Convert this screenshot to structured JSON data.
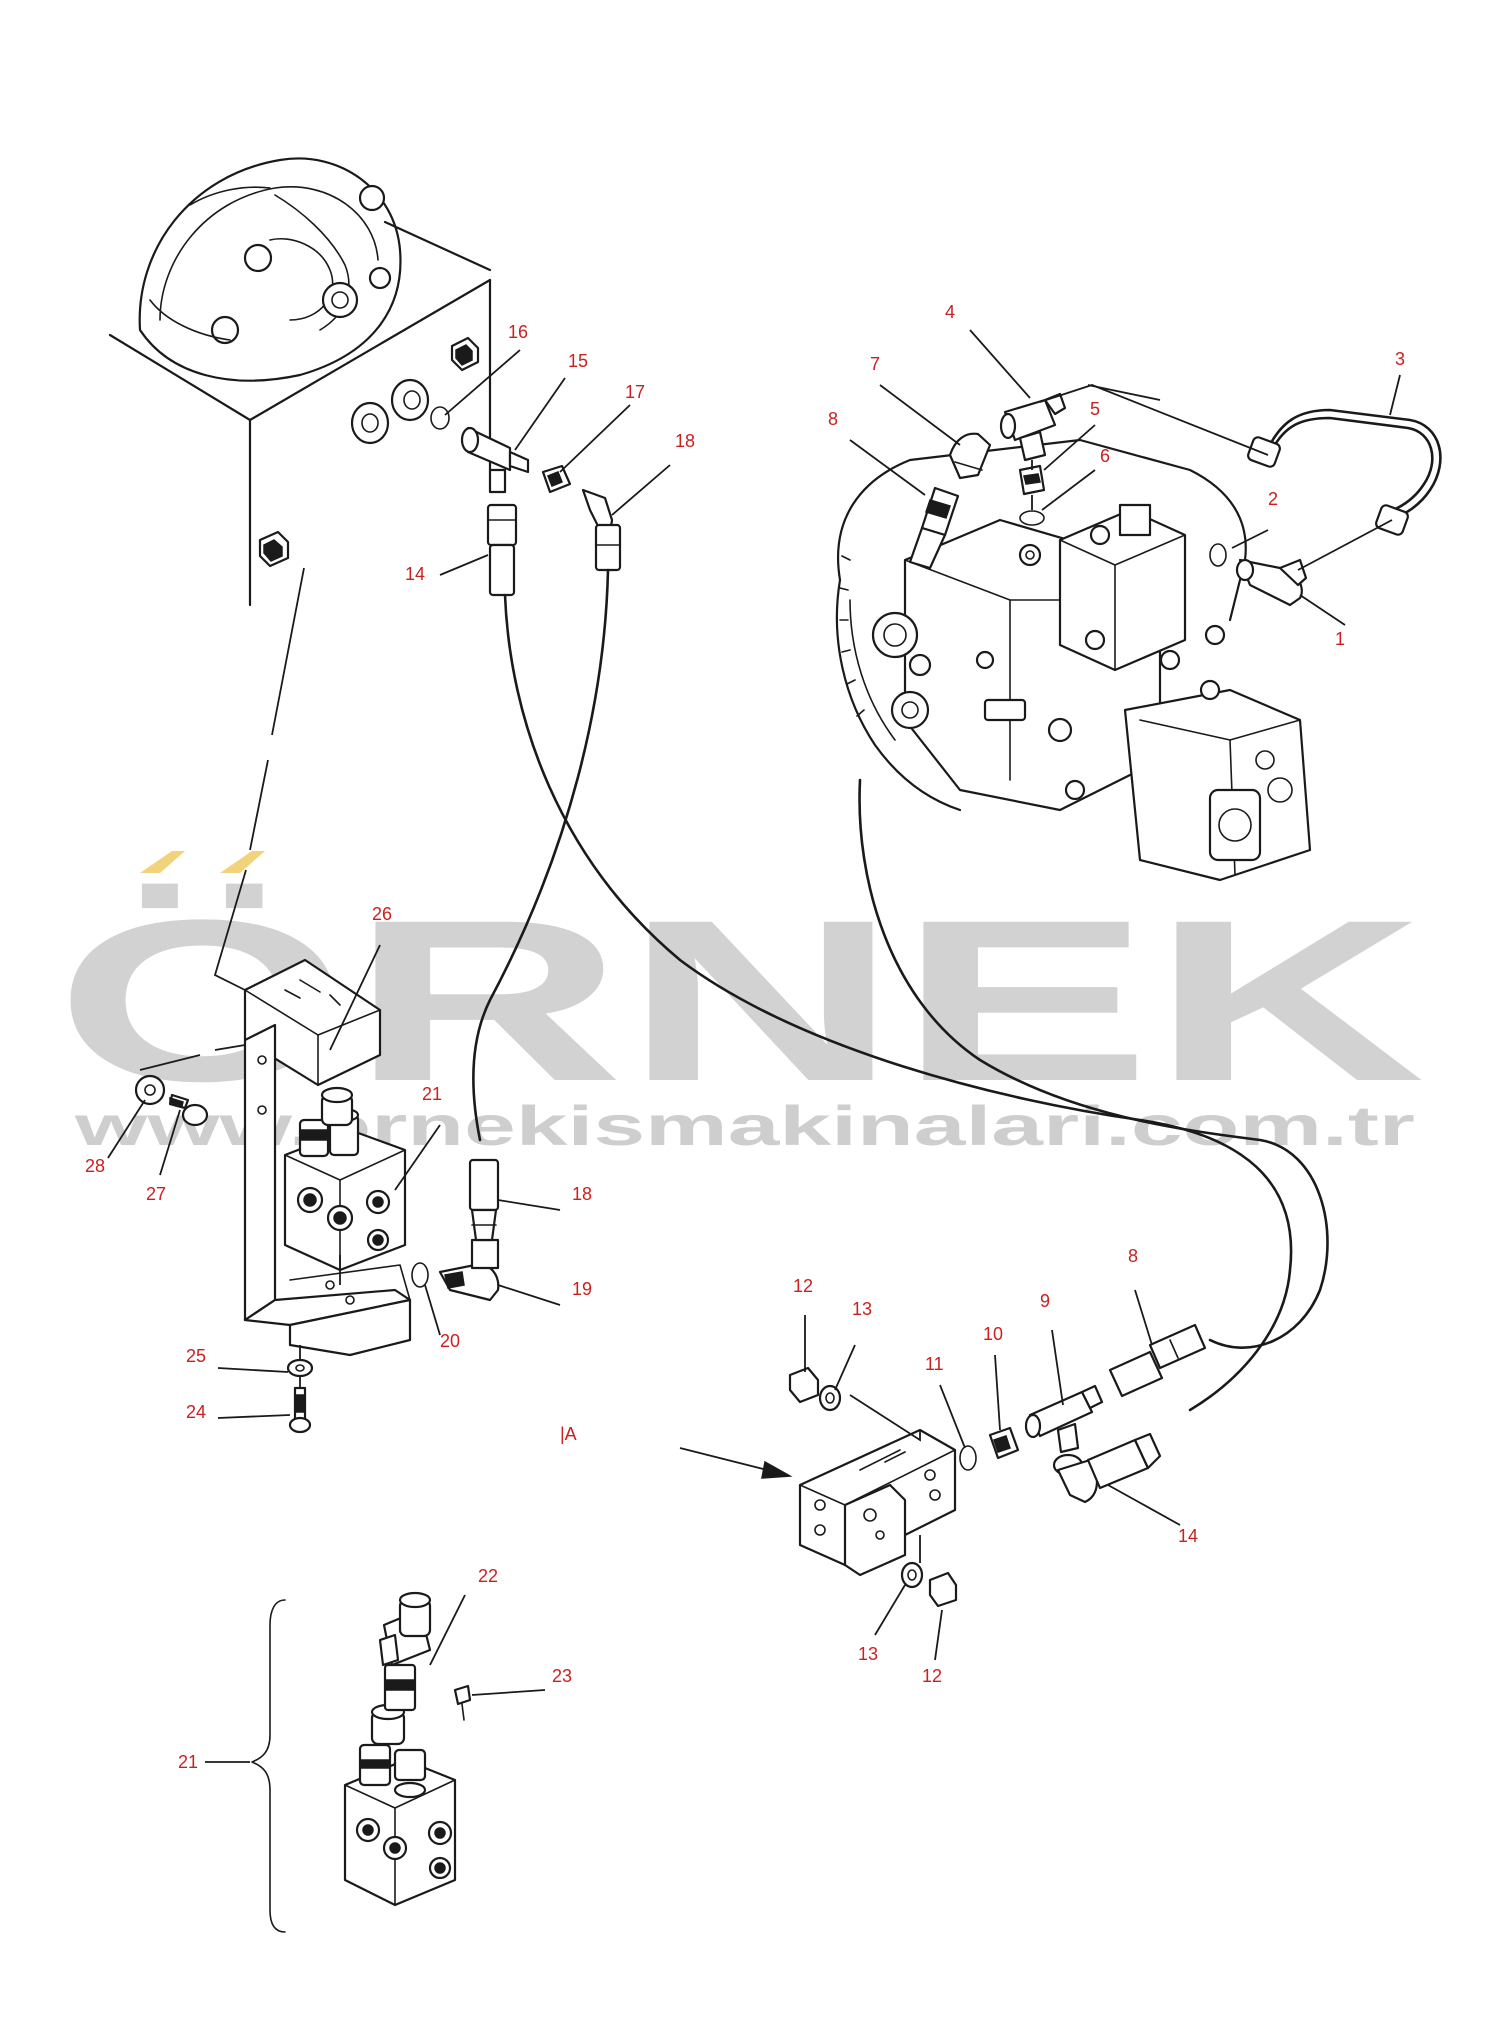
{
  "watermark": {
    "brand": "ÖRNEK",
    "url": "www.ornekismakinalari.com.tr",
    "brand_color": "#c8c8c8",
    "accent_color": "#f2d27a"
  },
  "view_label": "|A",
  "callouts": {
    "c1": "1",
    "c2": "2",
    "c3": "3",
    "c4": "4",
    "c5": "5",
    "c6": "6",
    "c7": "7",
    "c8a": "8",
    "c8b": "8",
    "c9": "9",
    "c10": "10",
    "c11": "11",
    "c12a": "12",
    "c12b": "12",
    "c13a": "13",
    "c13b": "13",
    "c14a": "14",
    "c14b": "14",
    "c15": "15",
    "c16": "16",
    "c17": "17",
    "c18a": "18",
    "c18b": "18",
    "c19": "19",
    "c20": "20",
    "c21a": "21",
    "c21b": "21",
    "c22": "22",
    "c23": "23",
    "c24": "24",
    "c25": "25",
    "c26": "26",
    "c27": "27",
    "c28": "28"
  },
  "colors": {
    "callout": "#cc1f1f",
    "line": "#1a1a1a"
  }
}
